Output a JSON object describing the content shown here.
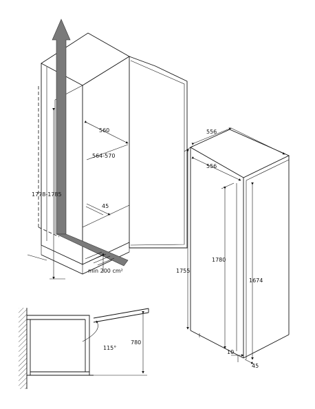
{
  "colors": {
    "line": "#111111",
    "airflow": "#7a7a7a",
    "background": "#ffffff"
  },
  "installation": {
    "height_label": "1778-1785",
    "depth_label": "560",
    "width_label": "564-570",
    "gap_label": "45",
    "vent_label": "min 200 cm²"
  },
  "door_detail": {
    "angle_label": "115°",
    "depth_label": "780"
  },
  "appliance": {
    "depth_label": "556",
    "width_label": "556",
    "door_height_label": "1780",
    "door_panel_height_label": "1674",
    "total_height_label": "1755",
    "bottom_gap_label": "10",
    "door_offset_label": "45"
  }
}
